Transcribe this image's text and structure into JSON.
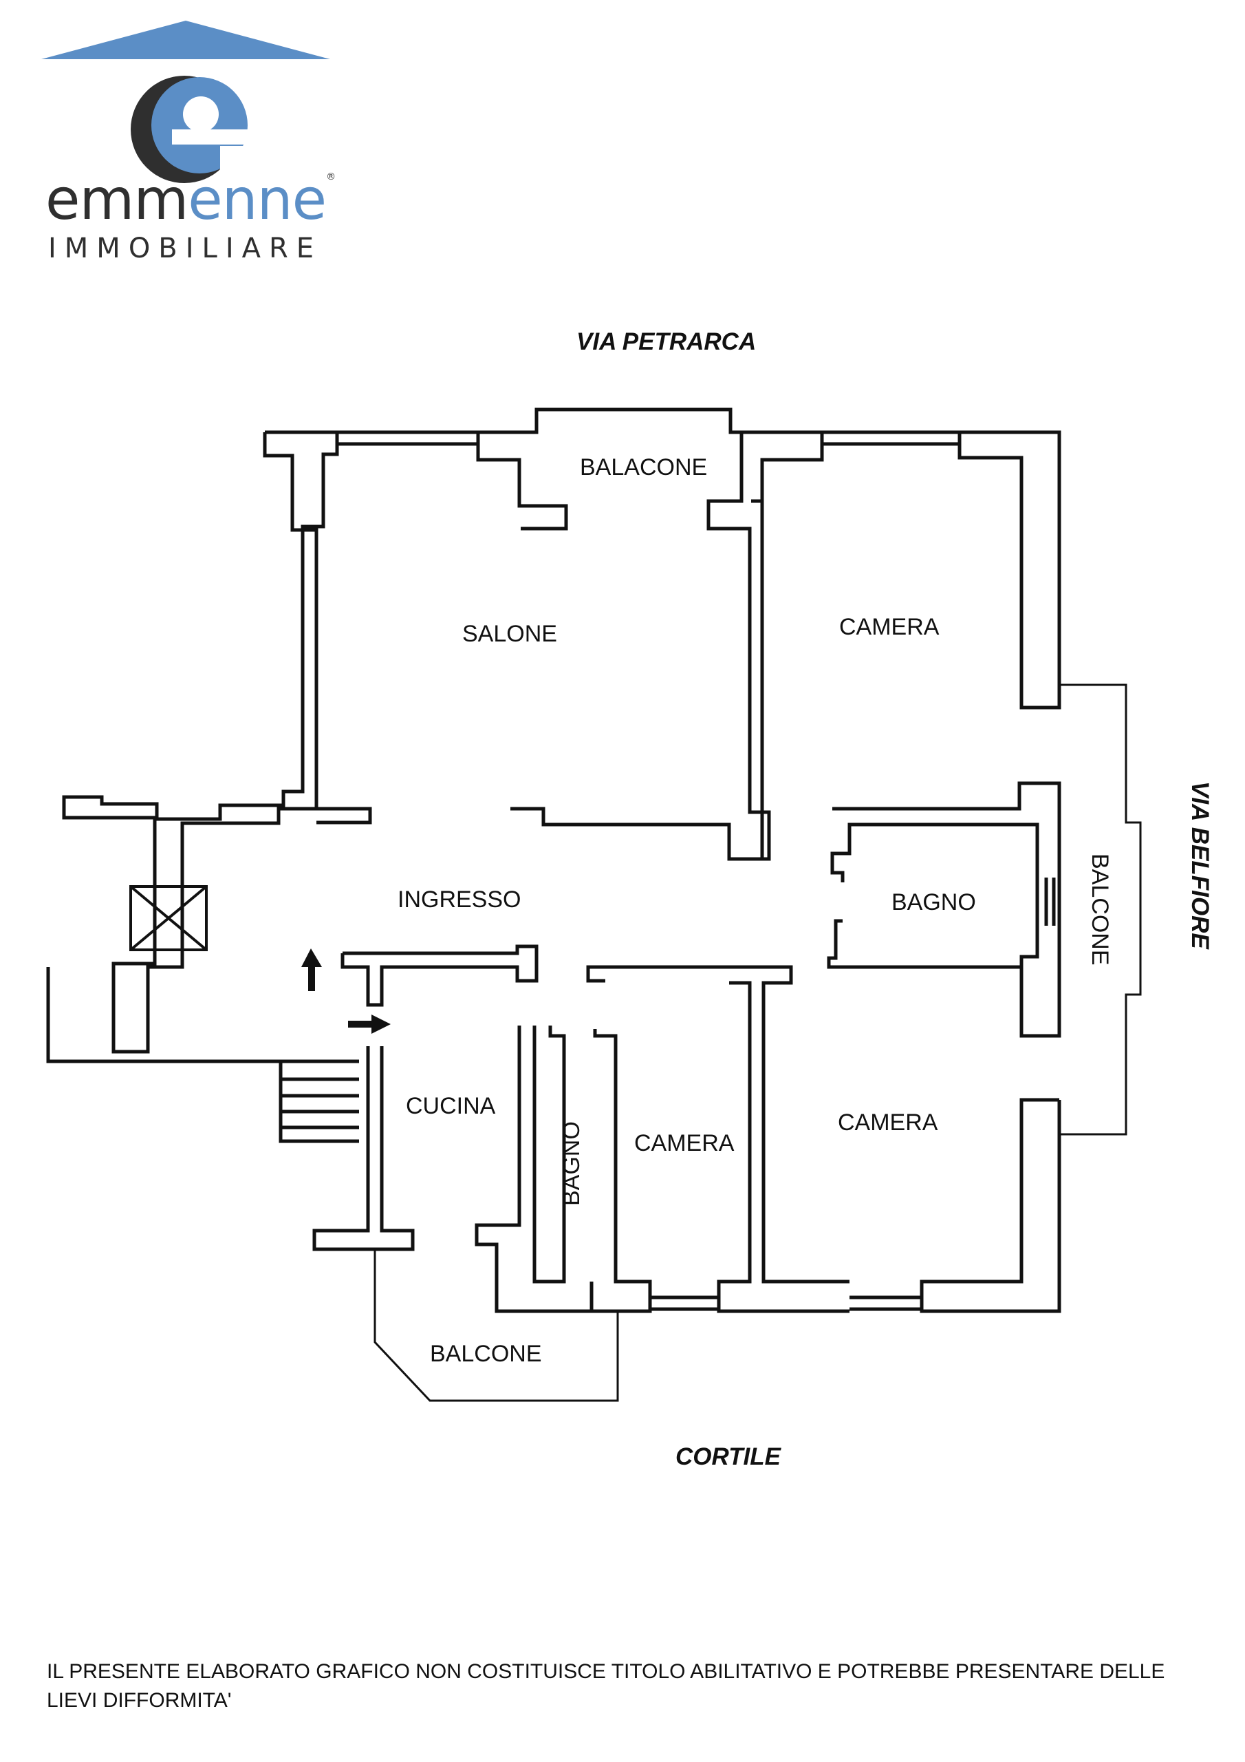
{
  "logo": {
    "brand_part1": "emm",
    "brand_part2": "enne",
    "registered": "®",
    "subtitle": "IMMOBILIARE",
    "colors": {
      "blue": "#5b8ec6",
      "dark": "#2f2f2f"
    }
  },
  "streets": {
    "top": "VIA PETRARCA",
    "right": "VIA BELFIORE",
    "bottom": "CORTILE"
  },
  "rooms": {
    "balacone": "BALACONE",
    "salone": "SALONE",
    "camera_top_right": "CAMERA",
    "ingresso": "INGRESSO",
    "bagno_right": "BAGNO",
    "balcone_right": "BALCONE",
    "cucina": "CUCINA",
    "bagno_small": "BAGNO",
    "camera_middle": "CAMERA",
    "camera_bottom_right": "CAMERA",
    "balcone_bottom": "BALCONE"
  },
  "disclaimer": "IL PRESENTE ELABORATO GRAFICO NON COSTITUISCE TITOLO ABILITATIVO E POTREBBE PRESENTARE DELLE LIEVI DIFFORMITA'"
}
